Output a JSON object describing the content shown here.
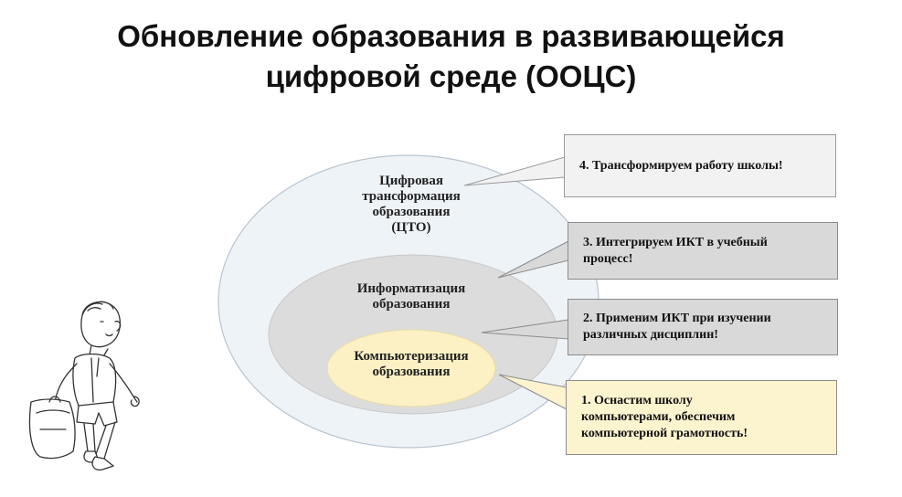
{
  "title": {
    "line1": "Обновление образования в развивающейся",
    "line2": "цифровой среде (ООЦС)"
  },
  "ellipses": {
    "outer": {
      "lines": [
        "Цифровая",
        "трансформация",
        "образования",
        "(ЦТО)"
      ],
      "fill": "#eef3f8"
    },
    "middle": {
      "lines": [
        "Информатизация",
        "образования"
      ],
      "fill": "#dcdcdc"
    },
    "inner": {
      "lines": [
        "Компьютеризация",
        "образования"
      ],
      "fill": "#fbf1c4"
    }
  },
  "callouts": [
    {
      "lines": [
        "4. Трансформируем работу школы!"
      ]
    },
    {
      "lines": [
        "3. Интегрируем ИКТ в учебный",
        "процесс!"
      ]
    },
    {
      "lines": [
        "2. Применим ИКТ при изучении",
        "различных дисциплин!"
      ]
    },
    {
      "lines": [
        "1. Оснастим школу",
        "компьютерами, обеспечим",
        "компьютерной грамотность!"
      ]
    }
  ],
  "illustration": {
    "icon": "boy-with-bag-sketch"
  }
}
